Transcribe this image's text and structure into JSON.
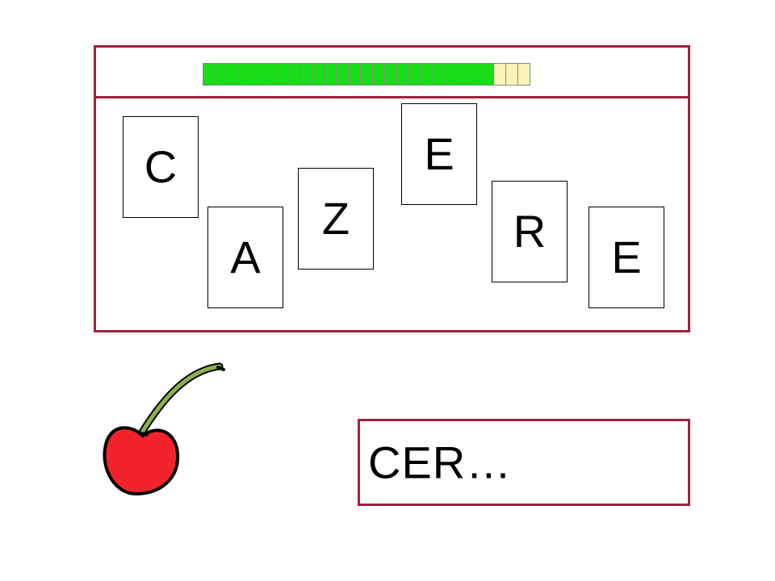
{
  "game": {
    "progress": {
      "filled": 24,
      "total": 27,
      "filled_color": "#19dd16",
      "empty_color": "#fff2b8"
    },
    "tiles": [
      {
        "letter": "C"
      },
      {
        "letter": "A"
      },
      {
        "letter": "Z"
      },
      {
        "letter": "E"
      },
      {
        "letter": "R"
      },
      {
        "letter": "E"
      }
    ],
    "answer": "CER…",
    "picture": "cherry-icon",
    "accent_color": "#a0223a"
  }
}
